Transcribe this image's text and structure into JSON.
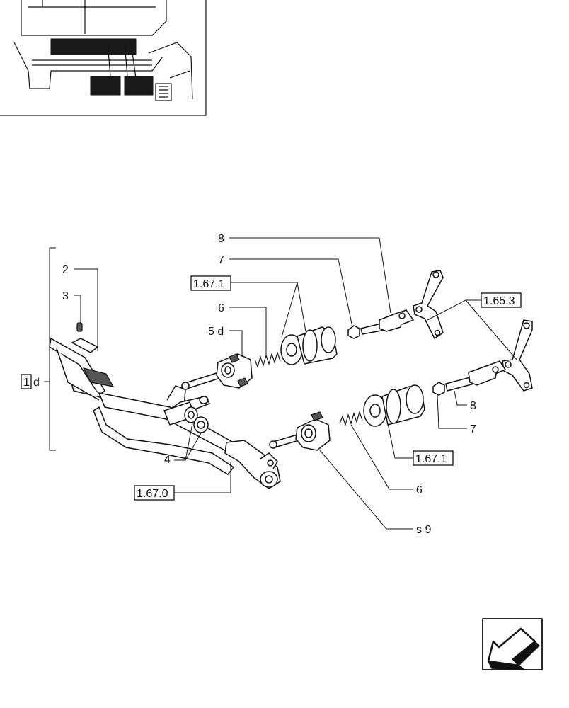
{
  "callouts": {
    "item_8_top": "8",
    "item_7_top": "7",
    "ref_1671_top": "1.67.1",
    "item_6_top": "6",
    "item_5d": "5 d",
    "ref_1653": "1.65.3",
    "item_2": "2",
    "item_3": "3",
    "item_1_box": "1",
    "item_1_suffix": "d",
    "item_4": "4",
    "ref_1670": "1.67.0",
    "item_8_right": "8",
    "item_7_right": "7",
    "ref_1671_right": "1.67.1",
    "item_6_right": "6",
    "item_s9": "s 9"
  },
  "icons": {
    "inset": "pedal-location-thumbnail",
    "nav": "back-arrow-icon"
  },
  "colors": {
    "line": "#111111",
    "background": "#ffffff"
  }
}
